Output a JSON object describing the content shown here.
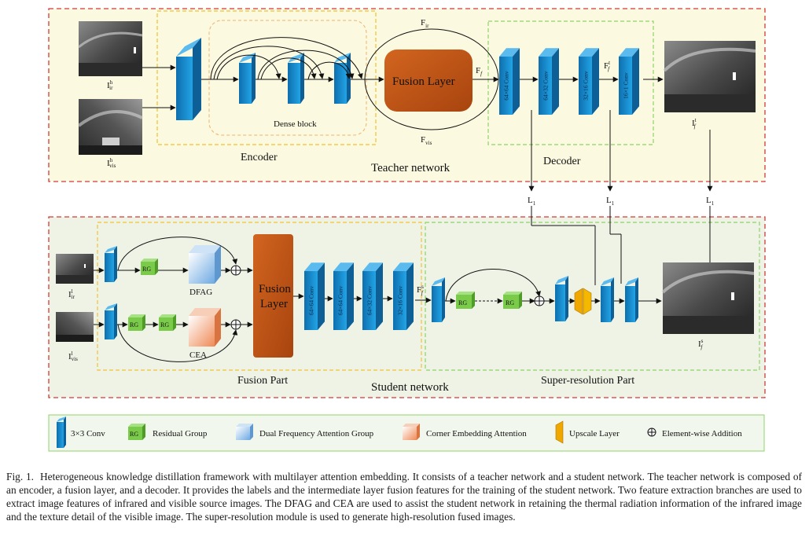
{
  "teacher": {
    "title": "Teacher network",
    "encoder_label": "Encoder",
    "dense_block_label": "Dense block",
    "fusion_layer_label": "Fusion Layer",
    "decoder_label": "Decoder",
    "inputs": [
      {
        "sym": "I",
        "sup": "h",
        "sub": "ir"
      },
      {
        "sym": "I",
        "sup": "h",
        "sub": "vis"
      }
    ],
    "fusion_in_top": {
      "sym": "F",
      "sub": "ir"
    },
    "fusion_in_bottom": {
      "sym": "F",
      "sub": "vis"
    },
    "fusion_out": {
      "sym": "F",
      "sub": "f"
    },
    "decoder_feat": {
      "sym": "F",
      "sup": "t",
      "sub": "f"
    },
    "decoder_convs": [
      "64×64 Conv",
      "64×32 Conv",
      "32×16 Conv",
      "16×1 Conv"
    ],
    "output": {
      "sym": "I",
      "sup": "t",
      "sub": "f"
    }
  },
  "losses": [
    "L",
    "L",
    "L"
  ],
  "loss_sub": "1",
  "student": {
    "title": "Student network",
    "fusion_part_label": "Fusion Part",
    "sr_part_label": "Super-resolution Part",
    "inputs": [
      {
        "sym": "I",
        "sup": "l",
        "sub": "ir"
      },
      {
        "sym": "I",
        "sup": "l",
        "sub": "vis"
      }
    ],
    "rg": "RG",
    "dfag_label": "DFAG",
    "cea_label": "CEA",
    "fusion_layer_line1": "Fusion",
    "fusion_layer_line2": "Layer",
    "fusion_convs": [
      "64×64 Conv",
      "64×64 Conv",
      "64×32 Conv",
      "32×16 Conv"
    ],
    "feat": {
      "sym": "F",
      "sup": "s",
      "sub": "f"
    },
    "output": {
      "sym": "I",
      "sup": "s",
      "sub": "f"
    }
  },
  "legend": {
    "conv": "3×3 Conv",
    "rg_icon": "RG",
    "rg": "Residual Group",
    "dfag": "Dual Frequency Attention Group",
    "cea": "Corner Embedding Attention",
    "upscale": "Upscale Layer",
    "add": "Element-wise Addition"
  },
  "caption": {
    "fig": "Fig. 1.",
    "text": "Heterogeneous knowledge distillation framework with multilayer attention embedding. It consists of a teacher network and a student network. The teacher network is composed of an encoder, a fusion layer, and a decoder. It provides the labels and the intermediate layer fusion features for the training of the student network. Two feature extraction branches are used to extract image features of infrared and visible source images. The DFAG and CEA are used to assist the student network in retaining the thermal radiation information of the infrared image and the texture detail of the visible image. The super-resolution module is used to generate high-resolution fused images."
  },
  "colors": {
    "teacher_bg": "#fbf9e0",
    "student_bg": "#eef3e6",
    "outer_border": "#d23a3a",
    "inner_border_yellow": "#f1c232",
    "inner_border_green": "#8fd36a",
    "conv": "#1a90d0",
    "fusion_layer": "#c4561a",
    "rg": "#7acb4a",
    "dfag": "#8fc0ec",
    "cea": "#f2a47a",
    "upscale": "#f0a800"
  }
}
